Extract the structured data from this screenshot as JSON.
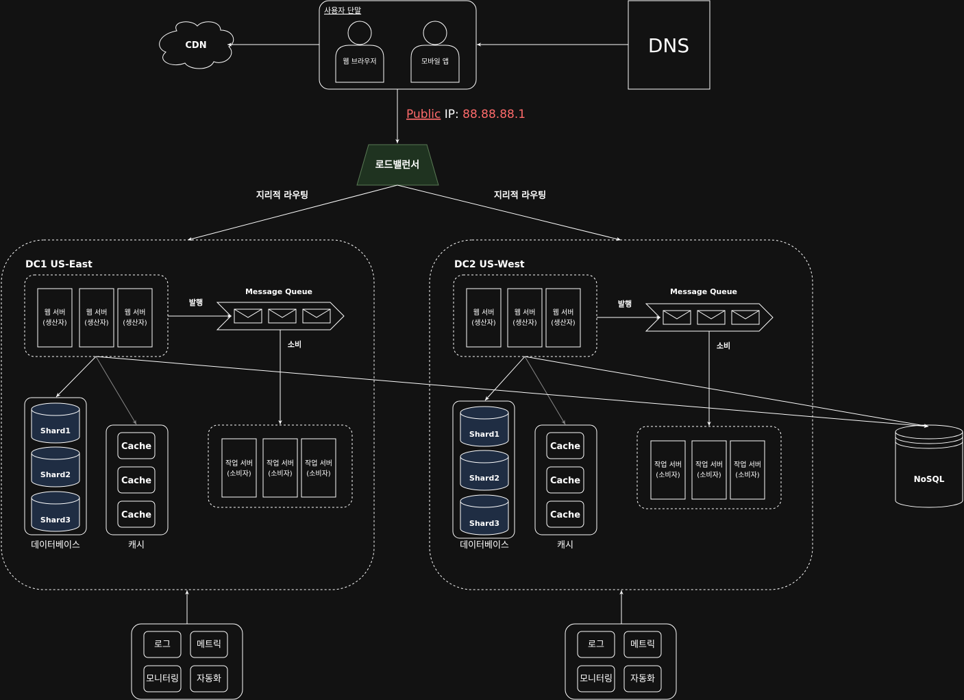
{
  "user_device": {
    "title": "사용자 단말",
    "web_browser": "웹 브라우저",
    "mobile_app": "모바일 앱"
  },
  "cdn": "CDN",
  "dns": "DNS",
  "public_ip": {
    "label": "Public",
    "sep": " IP: ",
    "value": "88.88.88.1"
  },
  "load_balancer": "로드밸런서",
  "geo_routing": "지리적 라우팅",
  "datacenters": [
    {
      "name": "DC1 US-East",
      "web_server_line1": "웹 서버",
      "web_server_line2": "(생산자)",
      "publish": "발행",
      "mq_title": "Message Queue",
      "consume": "소비",
      "worker_line1": "작업 서버",
      "worker_line2": "(소비자)",
      "shards": [
        "Shard1",
        "Shard2",
        "Shard3"
      ],
      "db_label": "데이터베이스",
      "cache_items": [
        "Cache",
        "Cache",
        "Cache"
      ],
      "cache_label": "캐시",
      "tools": [
        "로그",
        "메트릭",
        "모니터링",
        "자동화"
      ]
    },
    {
      "name": "DC2 US-West",
      "web_server_line1": "웹 서버",
      "web_server_line2": "(생산자)",
      "publish": "발행",
      "mq_title": "Message Queue",
      "consume": "소비",
      "worker_line1": "작업 서버",
      "worker_line2": "(소비자)",
      "shards": [
        "Shard1",
        "Shard2",
        "Shard3"
      ],
      "db_label": "데이터베이스",
      "cache_items": [
        "Cache",
        "Cache",
        "Cache"
      ],
      "cache_label": "캐시",
      "tools": [
        "로그",
        "메트릭",
        "모니터링",
        "자동화"
      ]
    }
  ],
  "nosql": "NoSQL",
  "colors": {
    "background": "#121212",
    "accent": "#ff6b6b",
    "lb_fill": "#1f3320",
    "shard_fill": "#1f2d43"
  }
}
